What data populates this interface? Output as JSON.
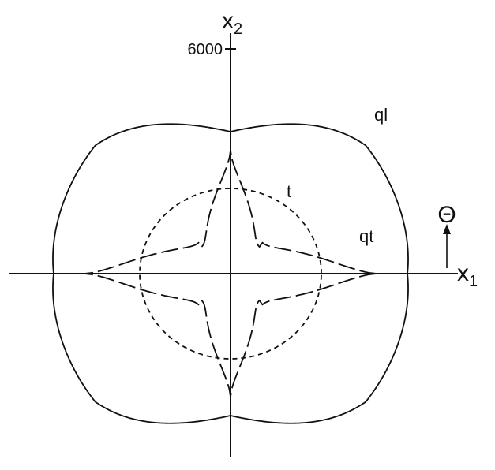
{
  "axes": {
    "x": {
      "letter": "x",
      "subscript": "1"
    },
    "y": {
      "letter": "x",
      "subscript": "2"
    },
    "tick_label": "6000",
    "angle_symbol": "Θ"
  },
  "curves": [
    {
      "id": "ql",
      "label": "ql",
      "style": "solid"
    },
    {
      "id": "t",
      "label": "t",
      "style": "dashed"
    },
    {
      "id": "qt",
      "label": "qt",
      "style": "long-dashed"
    }
  ],
  "colors": {
    "ink": "#111111",
    "paper": "#ffffff"
  }
}
